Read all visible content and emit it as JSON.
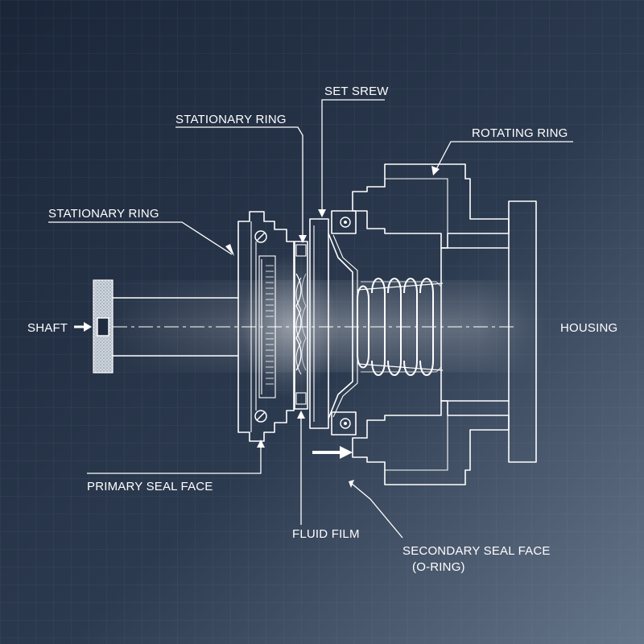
{
  "diagram": {
    "labels": {
      "set_screw": "SET SREW",
      "stationary_ring_top": "STATIONARY RING",
      "rotating_ring": "ROTATING RING",
      "stationary_ring_left": "STATIONARY RING",
      "shaft": "SHAFT",
      "housing": "HOUSING",
      "primary_seal_face": "PRIMARY SEAL FACE",
      "fluid_film": "FLUID FILM",
      "secondary_seal_face_line1": "SECONDARY SEAL FACE",
      "secondary_seal_face_line2": "(O-RING)"
    },
    "colors": {
      "background_dark": "#1f2c3f",
      "background_light": "#5f6f82",
      "line": "#ffffff",
      "grid": "#9fb2c8"
    }
  }
}
